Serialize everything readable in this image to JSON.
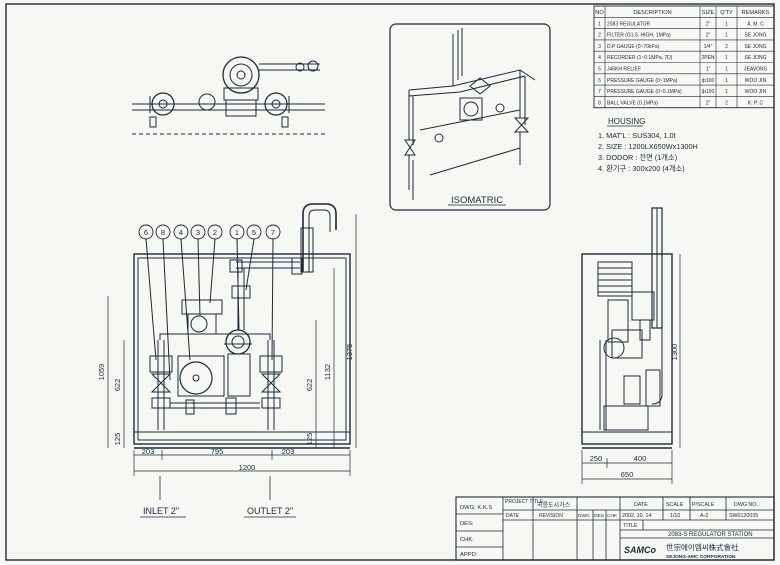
{
  "bom": {
    "headers": [
      "NO",
      "DESCRIPTION",
      "SIZE",
      "Q'TY",
      "REMARKS"
    ],
    "rows": [
      [
        "1",
        "2083 REGULATOR",
        "2\"",
        "1",
        "A. M. C"
      ],
      [
        "2",
        "FILTER (G1.5, HIGH, 1MPa)",
        "2\"",
        "1",
        "SE JONG"
      ],
      [
        "3",
        "D.P GAUGE (0~70kPa)",
        "1/4\"",
        "2",
        "SE JONG"
      ],
      [
        "4",
        "RECORDER (1~0.1MPa, 7D)",
        "2PEN",
        "1",
        "SE JONG"
      ],
      [
        "5",
        "J46KH RELIEF",
        "1\"",
        "1",
        "JEAVONS"
      ],
      [
        "6",
        "PRESSURE GAUGE (0~1MPa)",
        "ф100",
        "1",
        "WOO JIN"
      ],
      [
        "7",
        "PRESSURE GAUGE (0~0.1MPa)",
        "ф100",
        "1",
        "WOO JIN"
      ],
      [
        "8",
        "BALL VALVE (0.1MPa)",
        "2\"",
        "2",
        "K. P. C"
      ]
    ]
  },
  "housing": {
    "title": "HOUSING",
    "lines": [
      "1. MAT'L : SUS304, 1.0t",
      "2. SIZE : 1200LX650Wx1300H",
      "3. DODOR : 전면 (1개소)",
      "4. 환기구 : 300x200 (4개소)"
    ]
  },
  "isometric_label": "ISOMATRIC",
  "front_view": {
    "balloons": [
      "6",
      "8",
      "4",
      "3",
      "2",
      "1",
      "5",
      "7"
    ],
    "dims": {
      "total_width": "1200",
      "left": "203",
      "mid": "795",
      "right": "203",
      "height_total": "1059",
      "height_mid": "622",
      "height_base": "125",
      "right_h1": "1132",
      "right_h2": "622",
      "right_base": "125",
      "overall": "1375"
    },
    "inlet": "INLET 2\"",
    "outlet": "OUTLET 2\""
  },
  "side_view": {
    "dims": {
      "height": "1300",
      "a": "250",
      "b": "400",
      "width": "650"
    }
  },
  "title_block": {
    "dwg_label": "DWG: K.K.S",
    "des_label": "DES:",
    "chk_label": "CHK:",
    "appd_label": "APPD:",
    "project_title_label": "PROJECT TITLE",
    "project_title": "곡릉도시가스",
    "date_label": "DATE",
    "date": "2002. 10. 14",
    "scale_label": "SCALE",
    "scale": "1/10",
    "pscale_label": "P/SCALE",
    "pscale": "A-2",
    "dwgno_label": "DWG NO.",
    "dwgno": "SW0120035",
    "rev_date_label": "DATE",
    "revision_label": "REVISION",
    "dwg_col": "DWG",
    "des_col": "DES",
    "chk_col": "CHK",
    "title_label": "TITLE",
    "title": "2083-S REGULATOR STATION",
    "company_kr": "世宗에이엠씨株式會社",
    "company_en": "SEJONG-AMC CORPORATION",
    "logo": "SAMCo"
  }
}
